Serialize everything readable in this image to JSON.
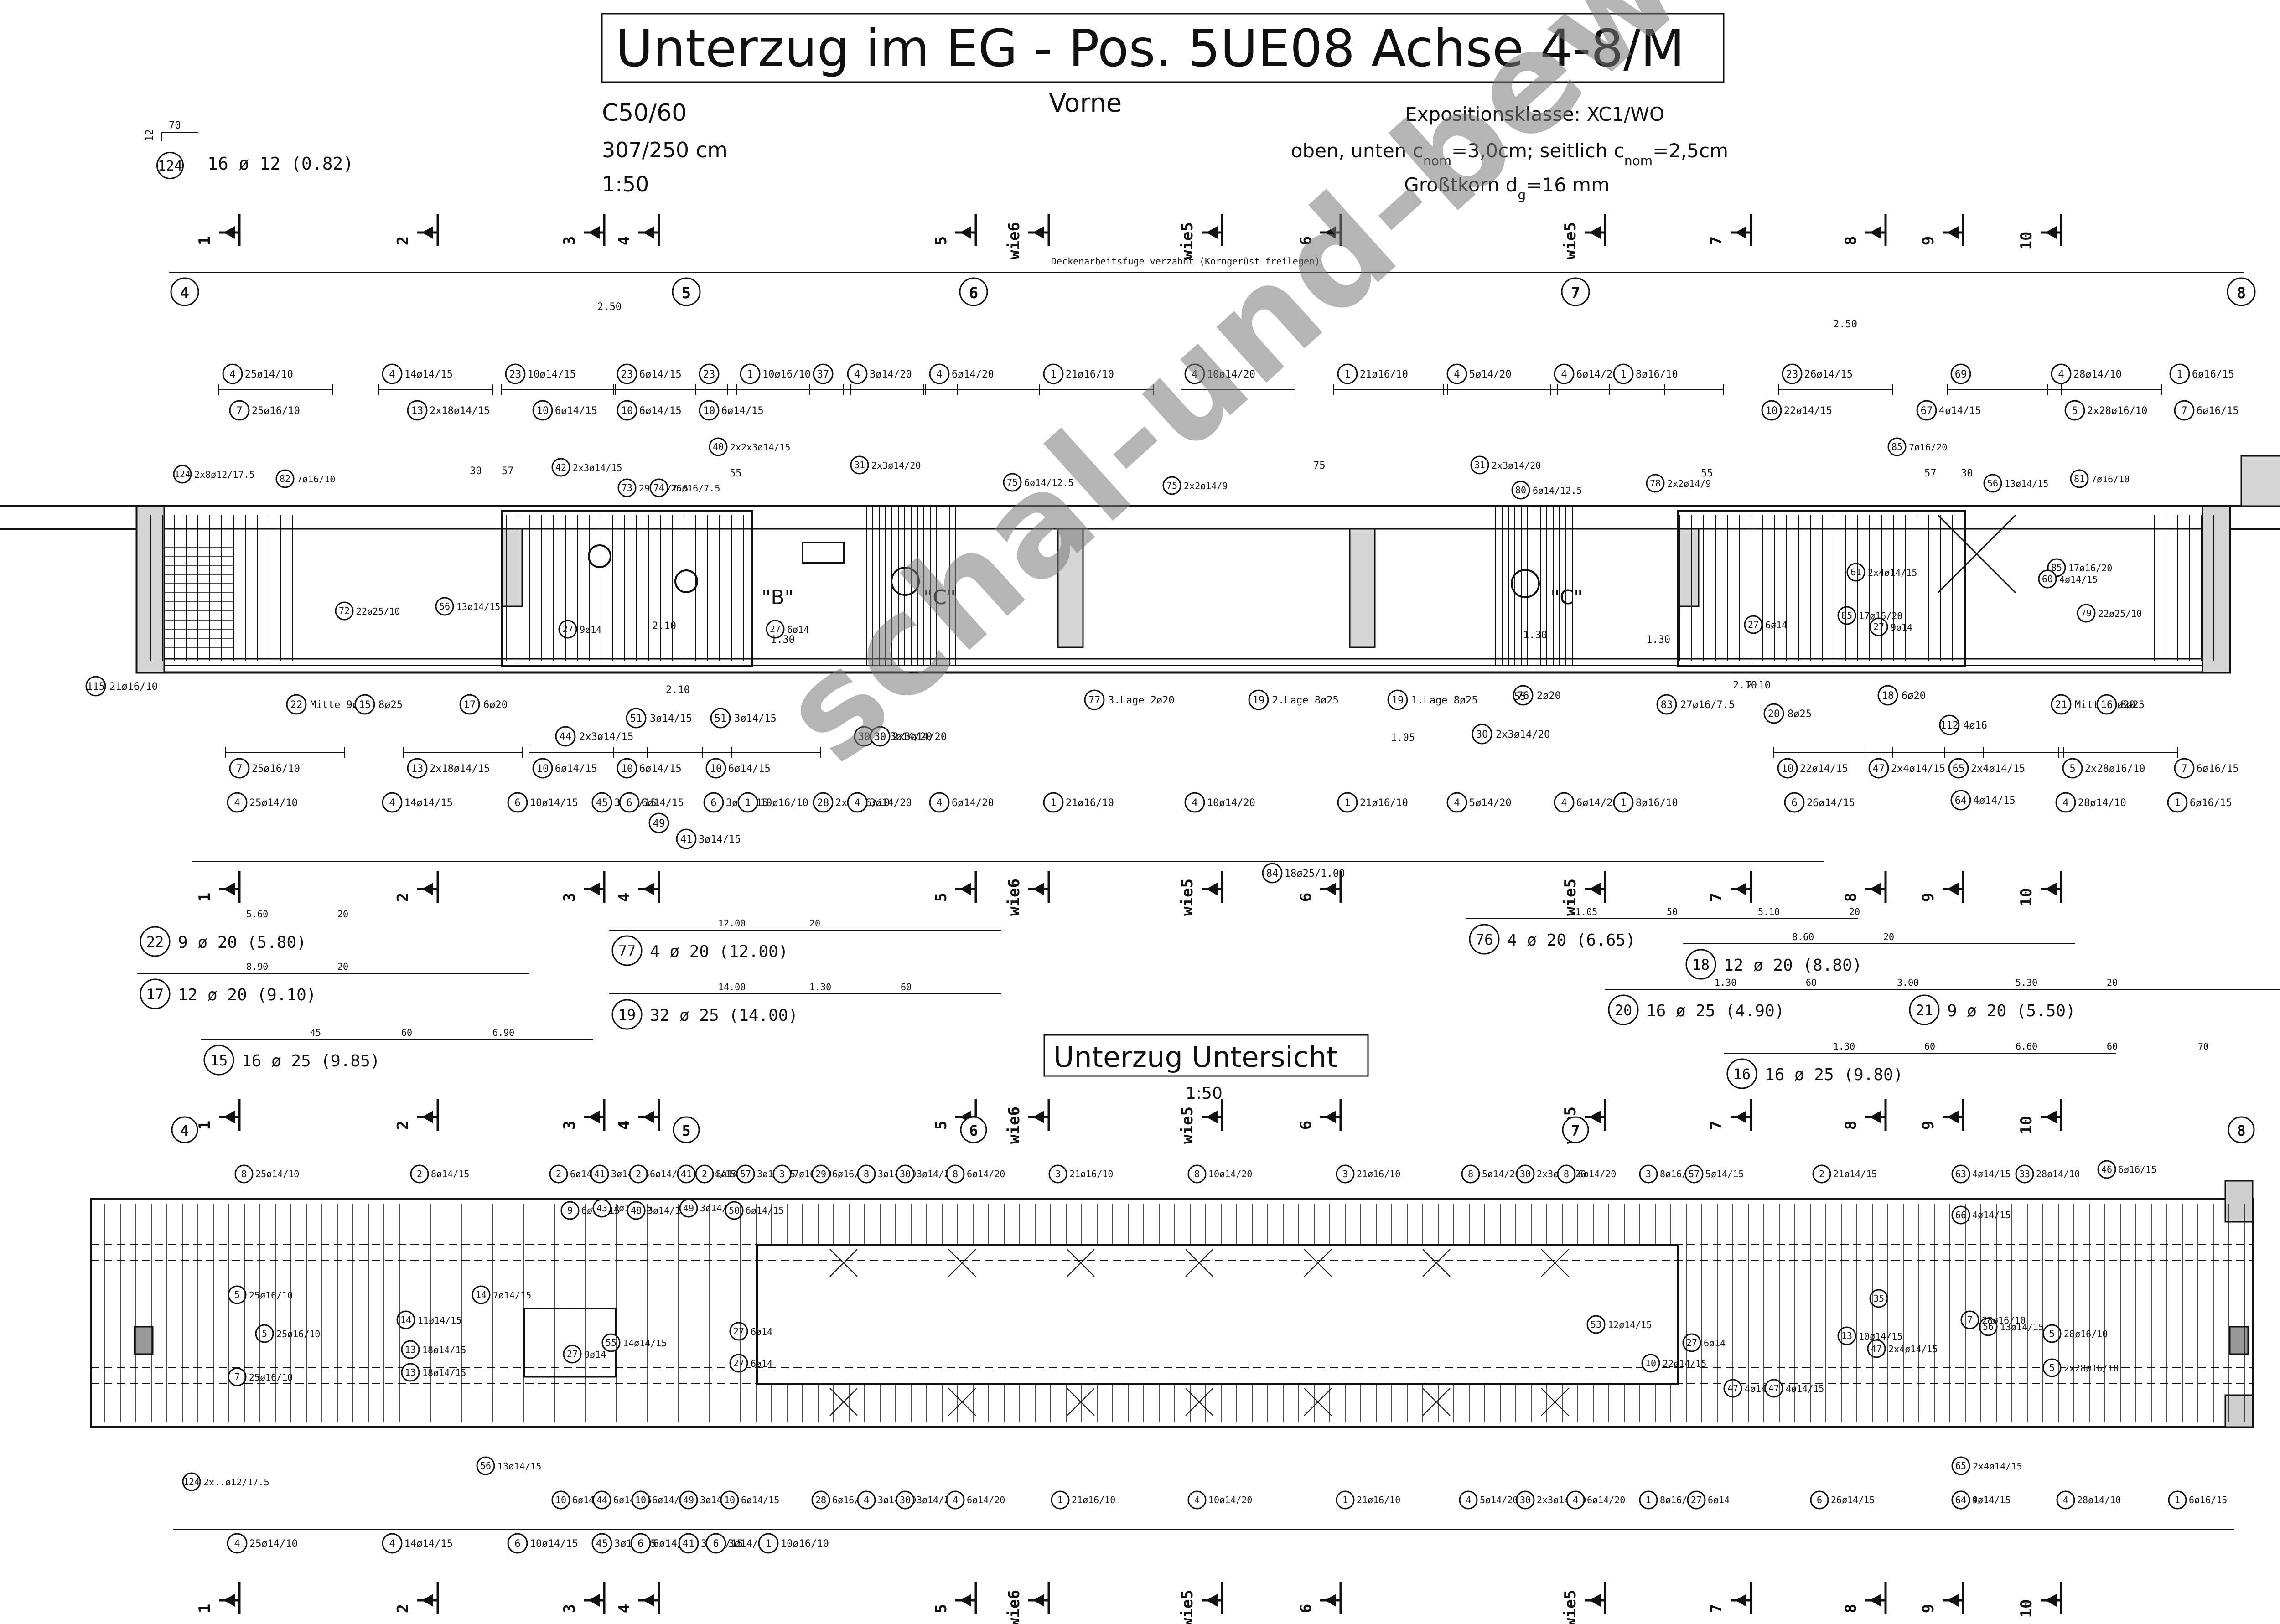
{
  "header": {
    "title": "Unterzug im EG - Pos. 5UE08 Achse 4-8/M",
    "concrete": "C50/60",
    "dimensions": "307/250 cm",
    "scale": "1:50",
    "view_label": "Vorne",
    "exposition": "Expositionsklasse: XC1/WO",
    "cover_prefix": "oben, unten c",
    "cover_sub1": "nom",
    "cover_mid": "=3,0cm; seitlich c",
    "cover_sub2": "nom",
    "cover_suffix": "=2,5cm",
    "grain_prefix": "Großtkorn d",
    "grain_sub": "g",
    "grain_suffix": "=16 mm"
  },
  "axes_top": [
    {
      "label": "4"
    },
    {
      "label": "5"
    },
    {
      "label": "6"
    },
    {
      "label": "7"
    },
    {
      "label": "8"
    }
  ],
  "axes_bottom": [
    {
      "label": "4"
    },
    {
      "label": "5"
    },
    {
      "label": "6"
    },
    {
      "label": "7"
    },
    {
      "label": "8"
    }
  ],
  "sections": [
    "1",
    "2",
    "3",
    "4",
    "5",
    "wie6",
    "wie5",
    "6",
    "wie5",
    "7",
    "8",
    "9",
    "10"
  ],
  "joint_note": "Deckenarbeitsfuge verzahnt (Korngerüst freilegen)",
  "bar_124": {
    "pos": "124",
    "text": "16 ø 12 (0.82)",
    "dim": "70",
    "dim2": "12"
  },
  "top_upper_labels": [
    {
      "pos": "4",
      "text": "25ø14/10"
    },
    {
      "pos": "4",
      "text": "14ø14/15"
    },
    {
      "pos": "23",
      "text": "10ø14/15"
    },
    {
      "pos": "23",
      "text": "6ø14/15"
    },
    {
      "pos": "23",
      "text": ""
    },
    {
      "pos": "1",
      "text": "10ø16/10"
    },
    {
      "pos": "37",
      "text": ""
    },
    {
      "pos": "4",
      "text": "3ø14/20"
    },
    {
      "pos": "4",
      "text": "6ø14/20"
    },
    {
      "pos": "1",
      "text": "21ø16/10"
    },
    {
      "pos": "4",
      "text": "10ø14/20"
    },
    {
      "pos": "1",
      "text": "21ø16/10"
    },
    {
      "pos": "4",
      "text": "5ø14/20"
    },
    {
      "pos": "4",
      "text": "6ø14/20"
    },
    {
      "pos": "1",
      "text": "8ø16/10"
    },
    {
      "pos": "23",
      "text": "26ø14/15"
    },
    {
      "pos": "69",
      "text": ""
    },
    {
      "pos": "4",
      "text": "28ø14/10"
    },
    {
      "pos": "1",
      "text": "6ø16/15"
    }
  ],
  "top_second_labels": [
    {
      "pos": "7",
      "text": "25ø16/10"
    },
    {
      "pos": "13",
      "text": "2x18ø14/15"
    },
    {
      "pos": "10",
      "text": "6ø14/15"
    },
    {
      "pos": "10",
      "text": "6ø14/15"
    },
    {
      "pos": "10",
      "text": "6ø14/15"
    },
    {
      "pos": "10",
      "text": "22ø14/15"
    },
    {
      "pos": "67",
      "text": "4ø14/15"
    },
    {
      "pos": "5",
      "text": "2x28ø16/10"
    },
    {
      "pos": "7",
      "text": "6ø16/15"
    }
  ],
  "section_callouts": [
    "\"B\"",
    "\"C\"",
    "\"C\""
  ],
  "beam_labels": [
    {
      "pos": "124",
      "text": "2x8ø12/17.5"
    },
    {
      "pos": "82",
      "text": "7ø16/10"
    },
    {
      "pos": "42",
      "text": "2x3ø14/15"
    },
    {
      "pos": "73",
      "text": "29ø16/7.5"
    },
    {
      "pos": "74",
      "text": "26ø16/7.5"
    },
    {
      "pos": "40",
      "text": "2x2x3ø14/15"
    },
    {
      "pos": "31",
      "text": "2x3ø14/20"
    },
    {
      "pos": "75",
      "text": "6ø14/12.5"
    },
    {
      "pos": "75",
      "text": "2x2ø14/9"
    },
    {
      "pos": "31",
      "text": "2x3ø14/20"
    },
    {
      "pos": "80",
      "text": "6ø14/12.5"
    },
    {
      "pos": "78",
      "text": "2x2ø14/9"
    },
    {
      "pos": "85",
      "text": "7ø16/20"
    },
    {
      "pos": "56",
      "text": "13ø14/15"
    },
    {
      "pos": "81",
      "text": "7ø16/10"
    },
    {
      "pos": "72",
      "text": "22ø25/10"
    },
    {
      "pos": "56",
      "text": "13ø14/15"
    },
    {
      "pos": "27",
      "text": "9ø14"
    },
    {
      "pos": "27",
      "text": "6ø14"
    },
    {
      "pos": "61",
      "text": "2x4ø14/15"
    },
    {
      "pos": "85",
      "text": "17ø16/20"
    },
    {
      "pos": "60",
      "text": "4ø14/15"
    },
    {
      "pos": "79",
      "text": "22ø25/10"
    },
    {
      "pos": "27",
      "text": "6ø14"
    },
    {
      "pos": "85",
      "text": "17ø16/20"
    },
    {
      "pos": "27",
      "text": "9ø14"
    }
  ],
  "beam_dims": [
    "2.50",
    "2.50",
    "30",
    "57",
    "55",
    "75",
    "55",
    "57",
    "30",
    "2.10",
    "1.30",
    "1.30",
    "1.30",
    "2.10"
  ],
  "lower_labels": [
    {
      "pos": "115",
      "text": "21ø16/10"
    },
    {
      "pos": "22",
      "text": "Mitte 9ø20"
    },
    {
      "pos": "15",
      "text": "8ø25"
    },
    {
      "pos": "17",
      "text": "6ø20"
    },
    {
      "pos": "44",
      "text": "2x3ø14/15"
    },
    {
      "pos": "51",
      "text": "3ø14/15"
    },
    {
      "pos": "51",
      "text": "3ø14/15"
    },
    {
      "pos": "77",
      "text": "3.Lage 2ø20"
    },
    {
      "pos": "19",
      "text": "2.Lage 8ø25"
    },
    {
      "pos": "19",
      "text": "1.Lage 8ø25"
    },
    {
      "pos": "76",
      "text": "2ø20"
    },
    {
      "pos": "83",
      "text": "27ø16/7.5"
    },
    {
      "pos": "30",
      "text": "2x3ø14/20"
    },
    {
      "pos": "30",
      "text": "2x3ø14/20"
    },
    {
      "pos": "20",
      "text": "8ø25"
    },
    {
      "pos": "18",
      "text": "6ø20"
    },
    {
      "pos": "112",
      "text": "4ø16"
    },
    {
      "pos": "21",
      "text": "Mitte 9ø20"
    },
    {
      "pos": "16",
      "text": "8ø25"
    }
  ],
  "lower_dims": [
    "2.10",
    "1.05",
    "55",
    "2.10"
  ],
  "bottom_second_labels": [
    {
      "pos": "7",
      "text": "25ø16/10"
    },
    {
      "pos": "13",
      "text": "2x18ø14/15"
    },
    {
      "pos": "10",
      "text": "6ø14/15"
    },
    {
      "pos": "10",
      "text": "6ø14/15"
    },
    {
      "pos": "10",
      "text": "6ø14/15"
    },
    {
      "pos": "10",
      "text": "22ø14/15"
    },
    {
      "pos": "47",
      "text": "2x4ø14/15"
    },
    {
      "pos": "65",
      "text": "2x4ø14/15"
    },
    {
      "pos": "5",
      "text": "2x28ø16/10"
    },
    {
      "pos": "7",
      "text": "6ø16/15"
    }
  ],
  "bottom_upper_labels": [
    {
      "pos": "4",
      "text": "25ø14/10"
    },
    {
      "pos": "4",
      "text": "14ø14/15"
    },
    {
      "pos": "6",
      "text": "10ø14/15"
    },
    {
      "pos": "45",
      "text": "3ø14/15"
    },
    {
      "pos": "6",
      "text": "6ø14/15"
    },
    {
      "pos": "6",
      "text": "3ø14/15"
    },
    {
      "pos": "1",
      "text": "10ø16/10"
    },
    {
      "pos": "28",
      "text": "2x6ø16/10"
    },
    {
      "pos": "4",
      "text": "3ø14/20"
    },
    {
      "pos": "4",
      "text": "6ø14/20"
    },
    {
      "pos": "1",
      "text": "21ø16/10"
    },
    {
      "pos": "4",
      "text": "10ø14/20"
    },
    {
      "pos": "1",
      "text": "21ø16/10"
    },
    {
      "pos": "4",
      "text": "5ø14/20"
    },
    {
      "pos": "4",
      "text": "6ø14/20"
    },
    {
      "pos": "1",
      "text": "8ø16/10"
    },
    {
      "pos": "6",
      "text": "26ø14/15"
    },
    {
      "pos": "64",
      "text": "4ø14/15"
    },
    {
      "pos": "4",
      "text": "28ø14/10"
    },
    {
      "pos": "1",
      "text": "6ø16/15"
    },
    {
      "pos": "49",
      "text": ""
    },
    {
      "pos": "41",
      "text": "3ø14/15"
    },
    {
      "pos": "84",
      "text": "18ø25/1.00"
    },
    {
      "pos": "30",
      "text": "2x3ø14/20"
    }
  ],
  "bar_schedule": [
    {
      "pos": "22",
      "text": "9 ø 20 (5.80)",
      "dims": [
        "5.60",
        "20"
      ]
    },
    {
      "pos": "77",
      "text": "4 ø 20 (12.00)",
      "dims": [
        "12.00",
        "20"
      ]
    },
    {
      "pos": "76",
      "text": "4 ø 20 (6.65)",
      "dims": [
        "1.05",
        "50",
        "5.10",
        "20"
      ]
    },
    {
      "pos": "18",
      "text": "12 ø 20 (8.80)",
      "dims": [
        "8.60",
        "20"
      ]
    },
    {
      "pos": "17",
      "text": "12 ø 20 (9.10)",
      "dims": [
        "8.90",
        "20"
      ]
    },
    {
      "pos": "19",
      "text": "32 ø 25 (14.00)",
      "dims": [
        "14.00",
        "1.30",
        "60"
      ]
    },
    {
      "pos": "20",
      "text": "16 ø 25 (4.90)",
      "dims": [
        "1.30",
        "60",
        "3.00"
      ]
    },
    {
      "pos": "21",
      "text": "9 ø 20 (5.50)",
      "dims": [
        "5.30",
        "20"
      ]
    },
    {
      "pos": "15",
      "text": "16 ø 25 (9.85)",
      "dims": [
        "45",
        "60",
        "6.90"
      ]
    },
    {
      "pos": "16",
      "text": "16 ø 25 (9.80)",
      "dims": [
        "1.30",
        "60",
        "6.60",
        "60",
        "70"
      ]
    }
  ],
  "underside": {
    "title": "Unterzug Untersicht",
    "scale": "1:50",
    "top_labels": [
      {
        "pos": "8",
        "text": "25ø14/10"
      },
      {
        "pos": "2",
        "text": "8ø14/15"
      },
      {
        "pos": "2",
        "text": "6ø14/15"
      },
      {
        "pos": "41",
        "text": "3ø14/15"
      },
      {
        "pos": "2",
        "text": "6ø14/15"
      },
      {
        "pos": "41",
        "text": "3ø14/15"
      },
      {
        "pos": "2",
        "text": "3ø14/15"
      },
      {
        "pos": "57",
        "text": "3ø14/15"
      },
      {
        "pos": "3",
        "text": "7ø16/10"
      },
      {
        "pos": "29",
        "text": "6ø16/10"
      },
      {
        "pos": "8",
        "text": "3ø14/20"
      },
      {
        "pos": "30",
        "text": "3ø14/20"
      },
      {
        "pos": "8",
        "text": "6ø14/20"
      },
      {
        "pos": "3",
        "text": "21ø16/10"
      },
      {
        "pos": "8",
        "text": "10ø14/20"
      },
      {
        "pos": "3",
        "text": "21ø16/10"
      },
      {
        "pos": "8",
        "text": "5ø14/20"
      },
      {
        "pos": "30",
        "text": "2x3ø14/20"
      },
      {
        "pos": "8",
        "text": "6ø14/20"
      },
      {
        "pos": "3",
        "text": "8ø16/10"
      },
      {
        "pos": "57",
        "text": "5ø14/15"
      },
      {
        "pos": "2",
        "text": "21ø14/15"
      },
      {
        "pos": "63",
        "text": "4ø14/15"
      },
      {
        "pos": "33",
        "text": "28ø14/10"
      },
      {
        "pos": "46",
        "text": "6ø16/15"
      },
      {
        "pos": "9",
        "text": "6ø14/15"
      },
      {
        "pos": "43",
        "text": "3ø14/15"
      },
      {
        "pos": "48",
        "text": "3ø14/15"
      },
      {
        "pos": "49",
        "text": "3ø14/15"
      },
      {
        "pos": "50",
        "text": "6ø14/15"
      },
      {
        "pos": "66",
        "text": "4ø14/15"
      }
    ],
    "body_labels": [
      {
        "pos": "5",
        "text": "25ø16/10"
      },
      {
        "pos": "5",
        "text": "25ø16/10"
      },
      {
        "pos": "7",
        "text": "25ø16/10"
      },
      {
        "pos": "14",
        "text": "11ø14/15"
      },
      {
        "pos": "14",
        "text": "7ø14/15"
      },
      {
        "pos": "13",
        "text": "18ø14/15"
      },
      {
        "pos": "13",
        "text": "18ø14/15"
      },
      {
        "pos": "27",
        "text": "9ø14"
      },
      {
        "pos": "55",
        "text": "14ø14/15"
      },
      {
        "pos": "27",
        "text": "6ø14"
      },
      {
        "pos": "27",
        "text": "6ø14"
      },
      {
        "pos": "53",
        "text": "12ø14/15"
      },
      {
        "pos": "10",
        "text": "22ø14/15"
      },
      {
        "pos": "27",
        "text": "6ø14"
      },
      {
        "pos": "47",
        "text": "4ø14/15"
      },
      {
        "pos": "35",
        "text": ""
      },
      {
        "pos": "13",
        "text": "10ø14/15"
      },
      {
        "pos": "47",
        "text": "2x4ø14/15"
      },
      {
        "pos": "47",
        "text": "4ø14/15"
      },
      {
        "pos": "56",
        "text": "13ø14/15"
      },
      {
        "pos": "7",
        "text": "28ø16/10"
      },
      {
        "pos": "5",
        "text": "28ø16/10"
      },
      {
        "pos": "5",
        "text": "2x28ø16/10"
      },
      {
        "pos": "56",
        "text": "13ø14/15"
      },
      {
        "pos": "65",
        "text": "2x4ø14/15"
      },
      {
        "pos": "124",
        "text": "2x..ø12/17.5"
      }
    ],
    "bottom_labels": [
      {
        "pos": "10",
        "text": "6ø14/15"
      },
      {
        "pos": "44",
        "text": "6ø14/15"
      },
      {
        "pos": "10",
        "text": "6ø14/15"
      },
      {
        "pos": "49",
        "text": "3ø14/15"
      },
      {
        "pos": "10",
        "text": "6ø14/15"
      },
      {
        "pos": "28",
        "text": "6ø16/10"
      },
      {
        "pos": "4",
        "text": "3ø14/20"
      },
      {
        "pos": "30",
        "text": "3ø14/20"
      },
      {
        "pos": "4",
        "text": "6ø14/20"
      },
      {
        "pos": "1",
        "text": "21ø16/10"
      },
      {
        "pos": "4",
        "text": "10ø14/20"
      },
      {
        "pos": "1",
        "text": "21ø16/10"
      },
      {
        "pos": "4",
        "text": "5ø14/20"
      },
      {
        "pos": "30",
        "text": "2x3ø14/20"
      },
      {
        "pos": "4",
        "text": "6ø14/20"
      },
      {
        "pos": "1",
        "text": "8ø16/10"
      },
      {
        "pos": "27",
        "text": "6ø14"
      },
      {
        "pos": "6",
        "text": "26ø14/15"
      },
      {
        "pos": "27",
        "text": "9ø14"
      },
      {
        "pos": "64",
        "text": "4ø14/15"
      },
      {
        "pos": "4",
        "text": "28ø14/10"
      },
      {
        "pos": "1",
        "text": "6ø16/15"
      }
    ],
    "last_row": [
      {
        "pos": "4",
        "text": "25ø14/10"
      },
      {
        "pos": "4",
        "text": "14ø14/15"
      },
      {
        "pos": "6",
        "text": "10ø14/15"
      },
      {
        "pos": "45",
        "text": "3ø14/15"
      },
      {
        "pos": "6",
        "text": "6ø14/15"
      },
      {
        "pos": "41",
        "text": "3ø14/15"
      },
      {
        "pos": "6",
        "text": "3ø14/15"
      },
      {
        "pos": "1",
        "text": "10ø16/10"
      }
    ]
  },
  "watermark": "schal-und-bewehrung",
  "colors": {
    "ink": "#111111",
    "watermark": "#8c8c8c",
    "background": "#ffffff"
  }
}
